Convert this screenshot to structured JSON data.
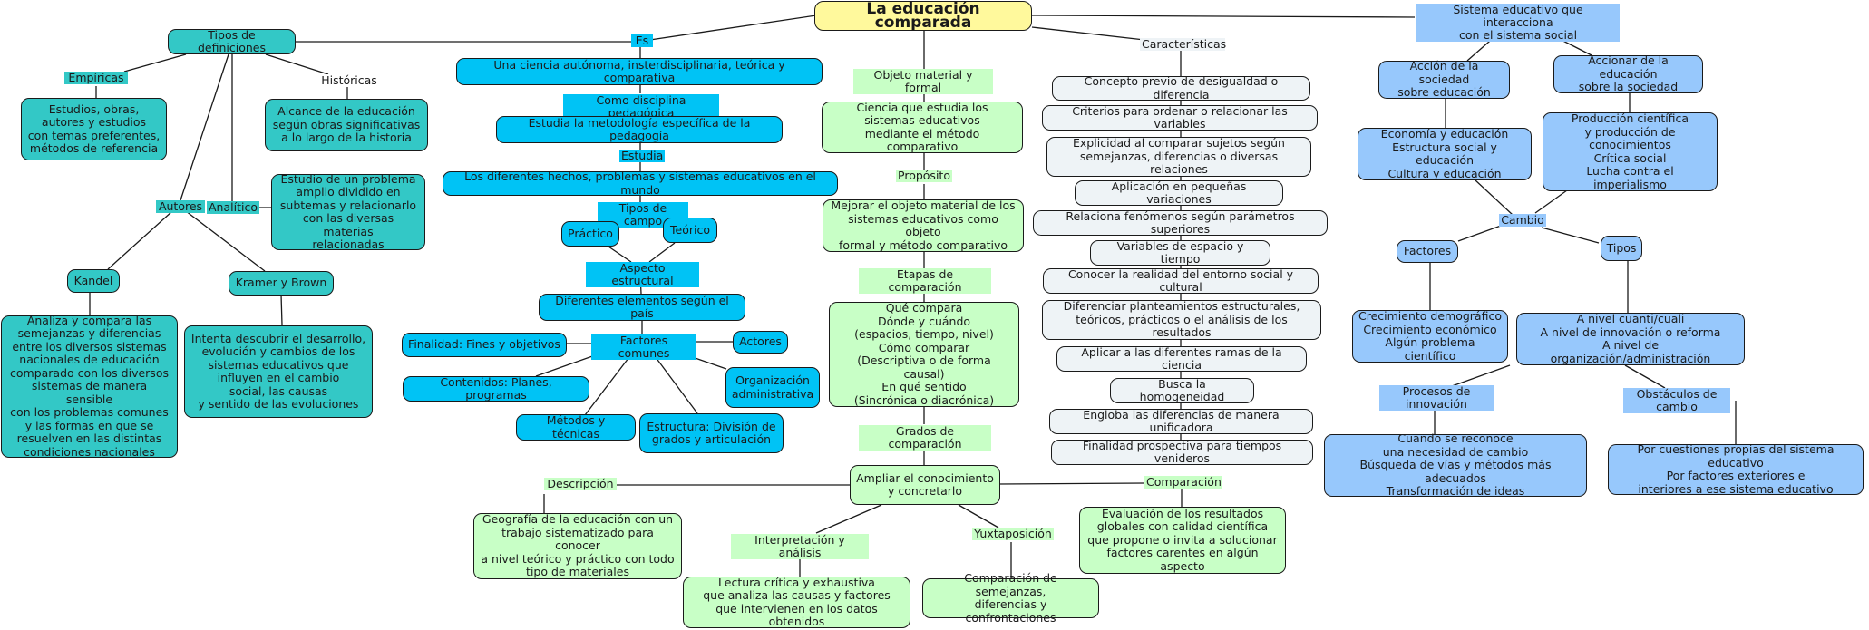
{
  "title": "La educación comparada",
  "colors": {
    "title_fill": "#fff99c",
    "definitions_fill": "#33c8c6",
    "science_fill": "#00c3f5",
    "object_fill": "#c8ffc6",
    "characteristics_fill": "#eef3f6",
    "system_fill": "#97c8fc"
  },
  "definitions": {
    "root": "Tipos de definiciones",
    "empiricas_label": "Empíricas",
    "empiricas_text": "Estudios, obras,\nautores y estudios\ncon temas preferentes,\nmétodos de referencia",
    "historicas_label": "Históricas",
    "historicas_text": "Alcance de la educación\nsegún obras significativas\na lo largo de la historia",
    "analitico_label": "Analítico",
    "analitico_text": "Estudio de un problema\namplio dividido en\nsubtemas y relacionarlo\ncon las diversas materias\nrelacionadas",
    "autores_label": "Autores",
    "kandel": "Kandel",
    "kandel_text": "Analiza y compara las\nsemejanzas y diferencias\nentre los diversos sistemas\nnacionales de educación\ncomparado con los diversos\nsistemas de manera sensible\ncon los problemas comunes\ny las formas en que se\nresuelven en las distintas\ncondiciones nacionales",
    "kramer": "Kramer y Brown",
    "kramer_text": "Intenta descubrir el desarrollo,\nevolución y cambios de los\nsistemas educativos que\ninfluyen en el cambio\nsocial, las causas\ny sentido de las evoluciones"
  },
  "science": {
    "es_label": "Es",
    "ciencia": "Una ciencia autónoma, insterdisciplinaria, teórica y comparativa",
    "disciplina_label": "Como disciplina pedagógica",
    "metodologia": "Estudia la metodología específica de la pedagogía",
    "estudia_label": "Estudia",
    "hechos": "Los diferentes hechos, problemas y sistemas educativos en el mundo",
    "tipos_campo_label": "Tipos de campo",
    "practico": "Práctico",
    "teorico": "Teórico",
    "aspecto_label": "Aspecto estructural",
    "elementos": "Diferentes elementos según el país",
    "factores_label": "Factores comunes",
    "finalidad": "Finalidad: Fines y objetivos",
    "contenidos": "Contenidos: Planes, programas",
    "metodos": "Métodos y técnicas",
    "estructura": "Estructura: División de\ngrados y articulación",
    "organizacion": "Organización\nadministrativa",
    "actores": "Actores"
  },
  "object": {
    "objeto_label": "Objeto material y formal",
    "ciencia_text": "Ciencia que estudia los\nsistemas educativos\nmediante el método comparativo",
    "proposito_label": "Propósito",
    "mejorar_text": "Mejorar el objeto material de los\nsistemas educativos como objeto\nformal y método comparativo",
    "etapas_label": "Etapas de comparación",
    "etapas_text": "Qué compara\nDónde y cuándo\n(espacios, tiempo, nivel)\nCómo comparar\n(Descriptiva o de forma causal)\nEn qué sentido\n(Sincrónica o diacrónica)",
    "grados_label": "Grados de comparación",
    "ampliar_text": "Ampliar el conocimiento\ny concretarlo",
    "descripcion_label": "Descripción",
    "descripcion_text": "Geografía de la educación con un\ntrabajo sistematizado para conocer\na nivel teórico y práctico con todo\ntipo de materiales",
    "interpretacion_label": "Interpretación y análisis",
    "interpretacion_text": "Lectura crítica y exhaustiva\nque analiza las causas y factores\nque intervienen en los datos obtenidos",
    "yuxtaposicion_label": "Yuxtaposición",
    "yuxtaposicion_text": "Comparación de semejanzas,\ndiferencias y confrontaciones",
    "comparacion_label": "Comparación",
    "comparacion_text": "Evaluación de los resultados\nglobales con calidad científica\nque propone o invita a solucionar\nfactores carentes en algún aspecto"
  },
  "characteristics": {
    "label": "Características",
    "items": [
      "Concepto previo de desigualdad o diferencia",
      "Criterios para ordenar o relacionar las variables",
      "Explicidad al comparar sujetos según\nsemejanzas, diferencias o diversas relaciones",
      "Aplicación en pequeñas variaciones",
      "Relaciona fenómenos según parámetros superiores",
      "Variables de espacio y tiempo",
      "Conocer la realidad del entorno social y cultural",
      "Diferenciar planteamientos estructurales,\nteóricos, prácticos o el análisis de los resultados",
      "Aplicar a las diferentes ramas de la ciencia",
      "Busca la homogeneidad",
      "Engloba las diferencias de manera unificadora",
      "Finalidad prospectiva para tiempos venideros"
    ]
  },
  "system": {
    "label": "Sistema educativo que interacciona\ncon el sistema social",
    "accion": "Acción de la sociedad\nsobre educación",
    "accion_text": "Economía y educación\nEstructura social y educación\nCultura y educación",
    "accionar": "Accionar de la educación\nsobre la sociedad",
    "accionar_text": "Producción científica\ny producción de\nconocimientos\nCrítica social\nLucha contra el imperialismo",
    "cambio_label": "Cambio",
    "factores": "Factores",
    "factores_text": "Crecimiento demográfico\nCrecimiento económico\nAlgún problema científico",
    "tipos": "Tipos",
    "tipos_text": "A nivel cuanti/cuali\nA nivel de innovación o reforma\nA nivel de organización/administración",
    "procesos_label": "Procesos de innovación",
    "procesos_text": "Cuando se reconoce\nuna necesidad de cambio\nBúsqueda de vías y métodos más adecuados\nTransformación de ideas",
    "obstaculos_label": "Obstáculos de cambio",
    "obstaculos_text": "Por cuestiones propias del sistema educativo\nPor factores exteriores e\ninteriores a ese sistema educativo"
  }
}
